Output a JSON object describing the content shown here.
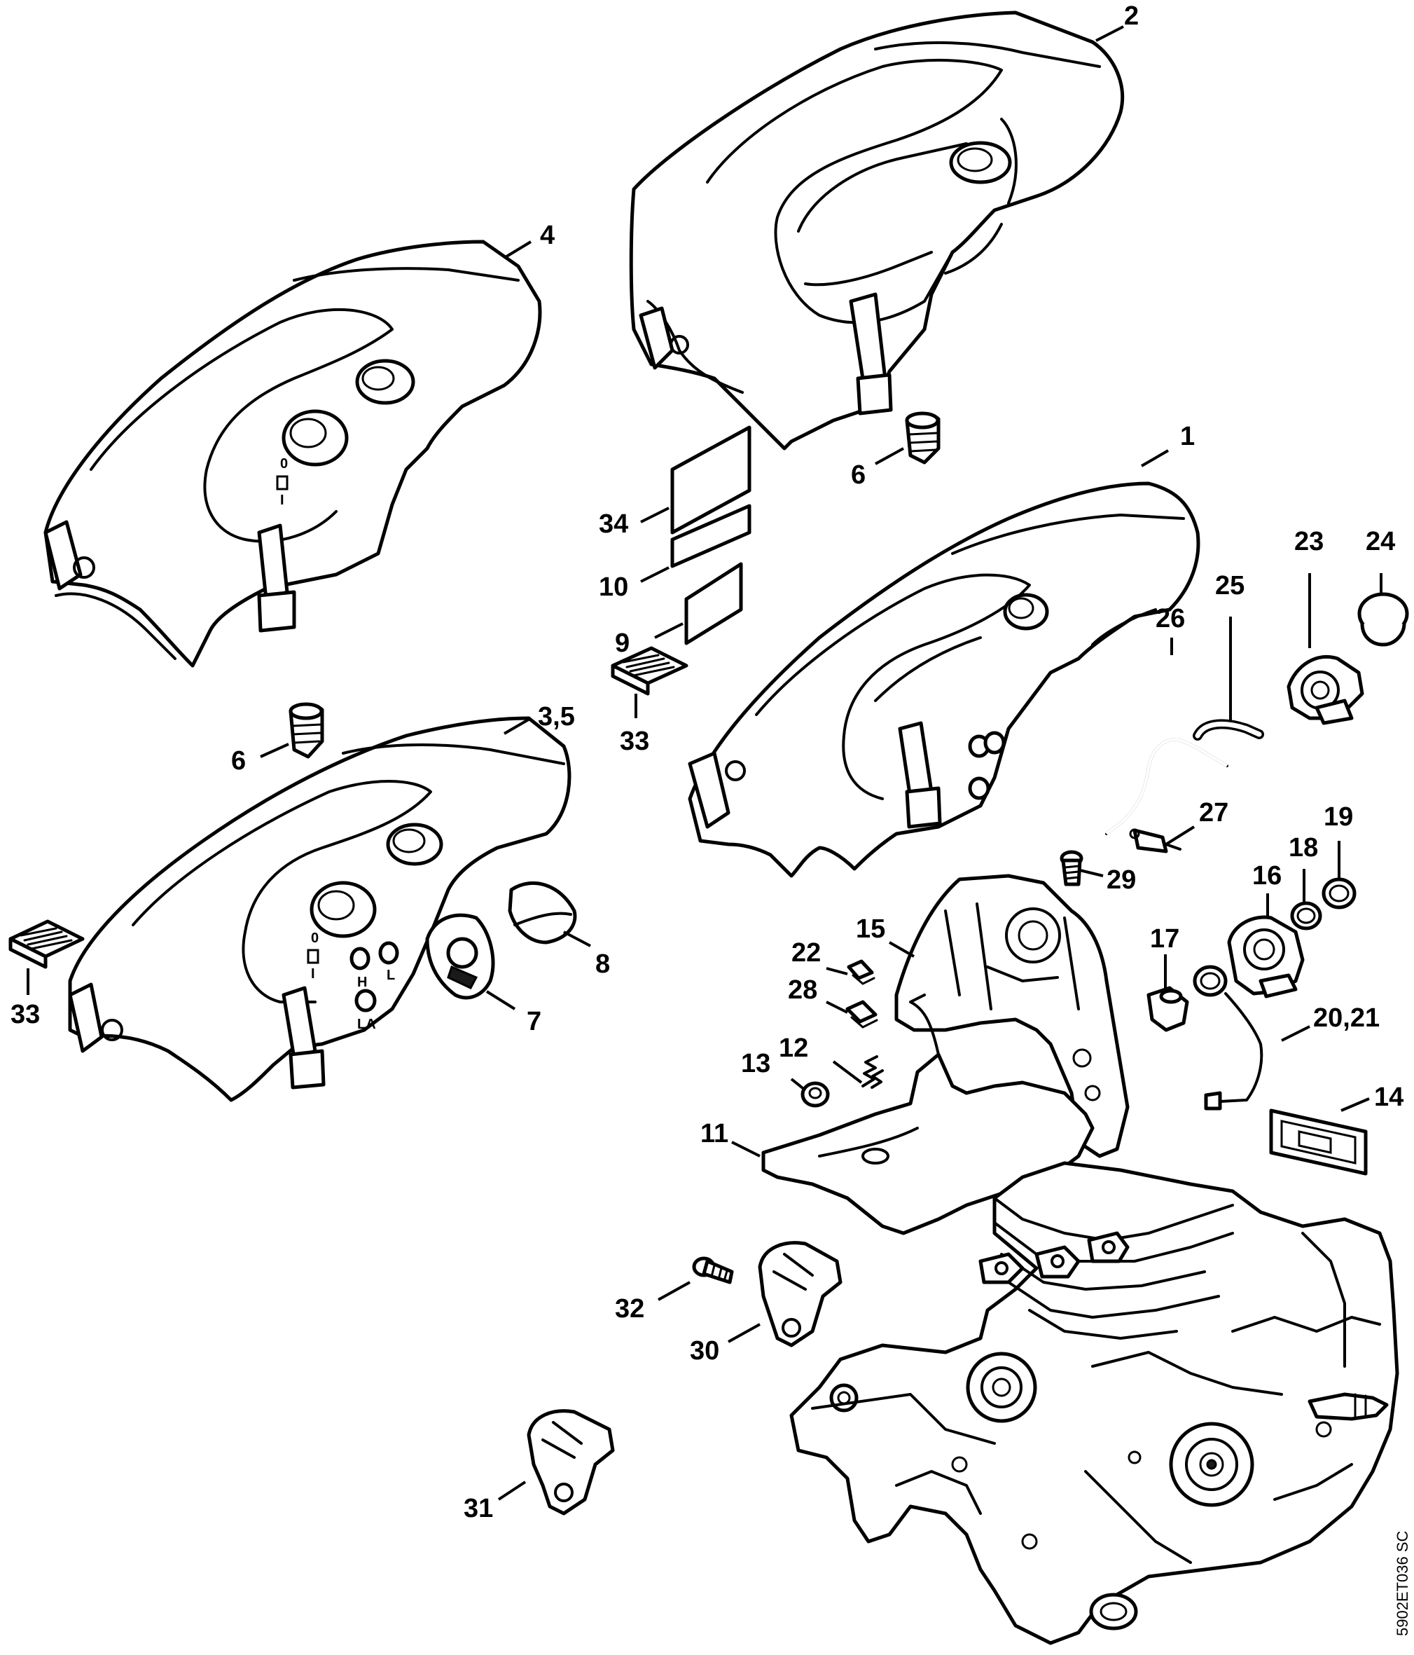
{
  "callouts": {
    "c1": "1",
    "c2": "2",
    "c35": "3,5",
    "c4": "4",
    "c6a": "6",
    "c6b": "6",
    "c7": "7",
    "c8": "8",
    "c9": "9",
    "c10": "10",
    "c11": "11",
    "c12": "12",
    "c13": "13",
    "c14": "14",
    "c15": "15",
    "c16": "16",
    "c17": "17",
    "c18": "18",
    "c19": "19",
    "c2021": "20,21",
    "c22": "22",
    "c23": "23",
    "c24": "24",
    "c25": "25",
    "c26": "26",
    "c27": "27",
    "c28": "28",
    "c29": "29",
    "c30": "30",
    "c31": "31",
    "c32": "32",
    "c33a": "33",
    "c33b": "33",
    "c34": "34"
  },
  "markings": {
    "h": "H",
    "l": "L",
    "la": "LA",
    "zero_a": "0",
    "one_a": "I",
    "zero_b": "0",
    "one_b": "I"
  },
  "document_code": "5902ET036 SC"
}
